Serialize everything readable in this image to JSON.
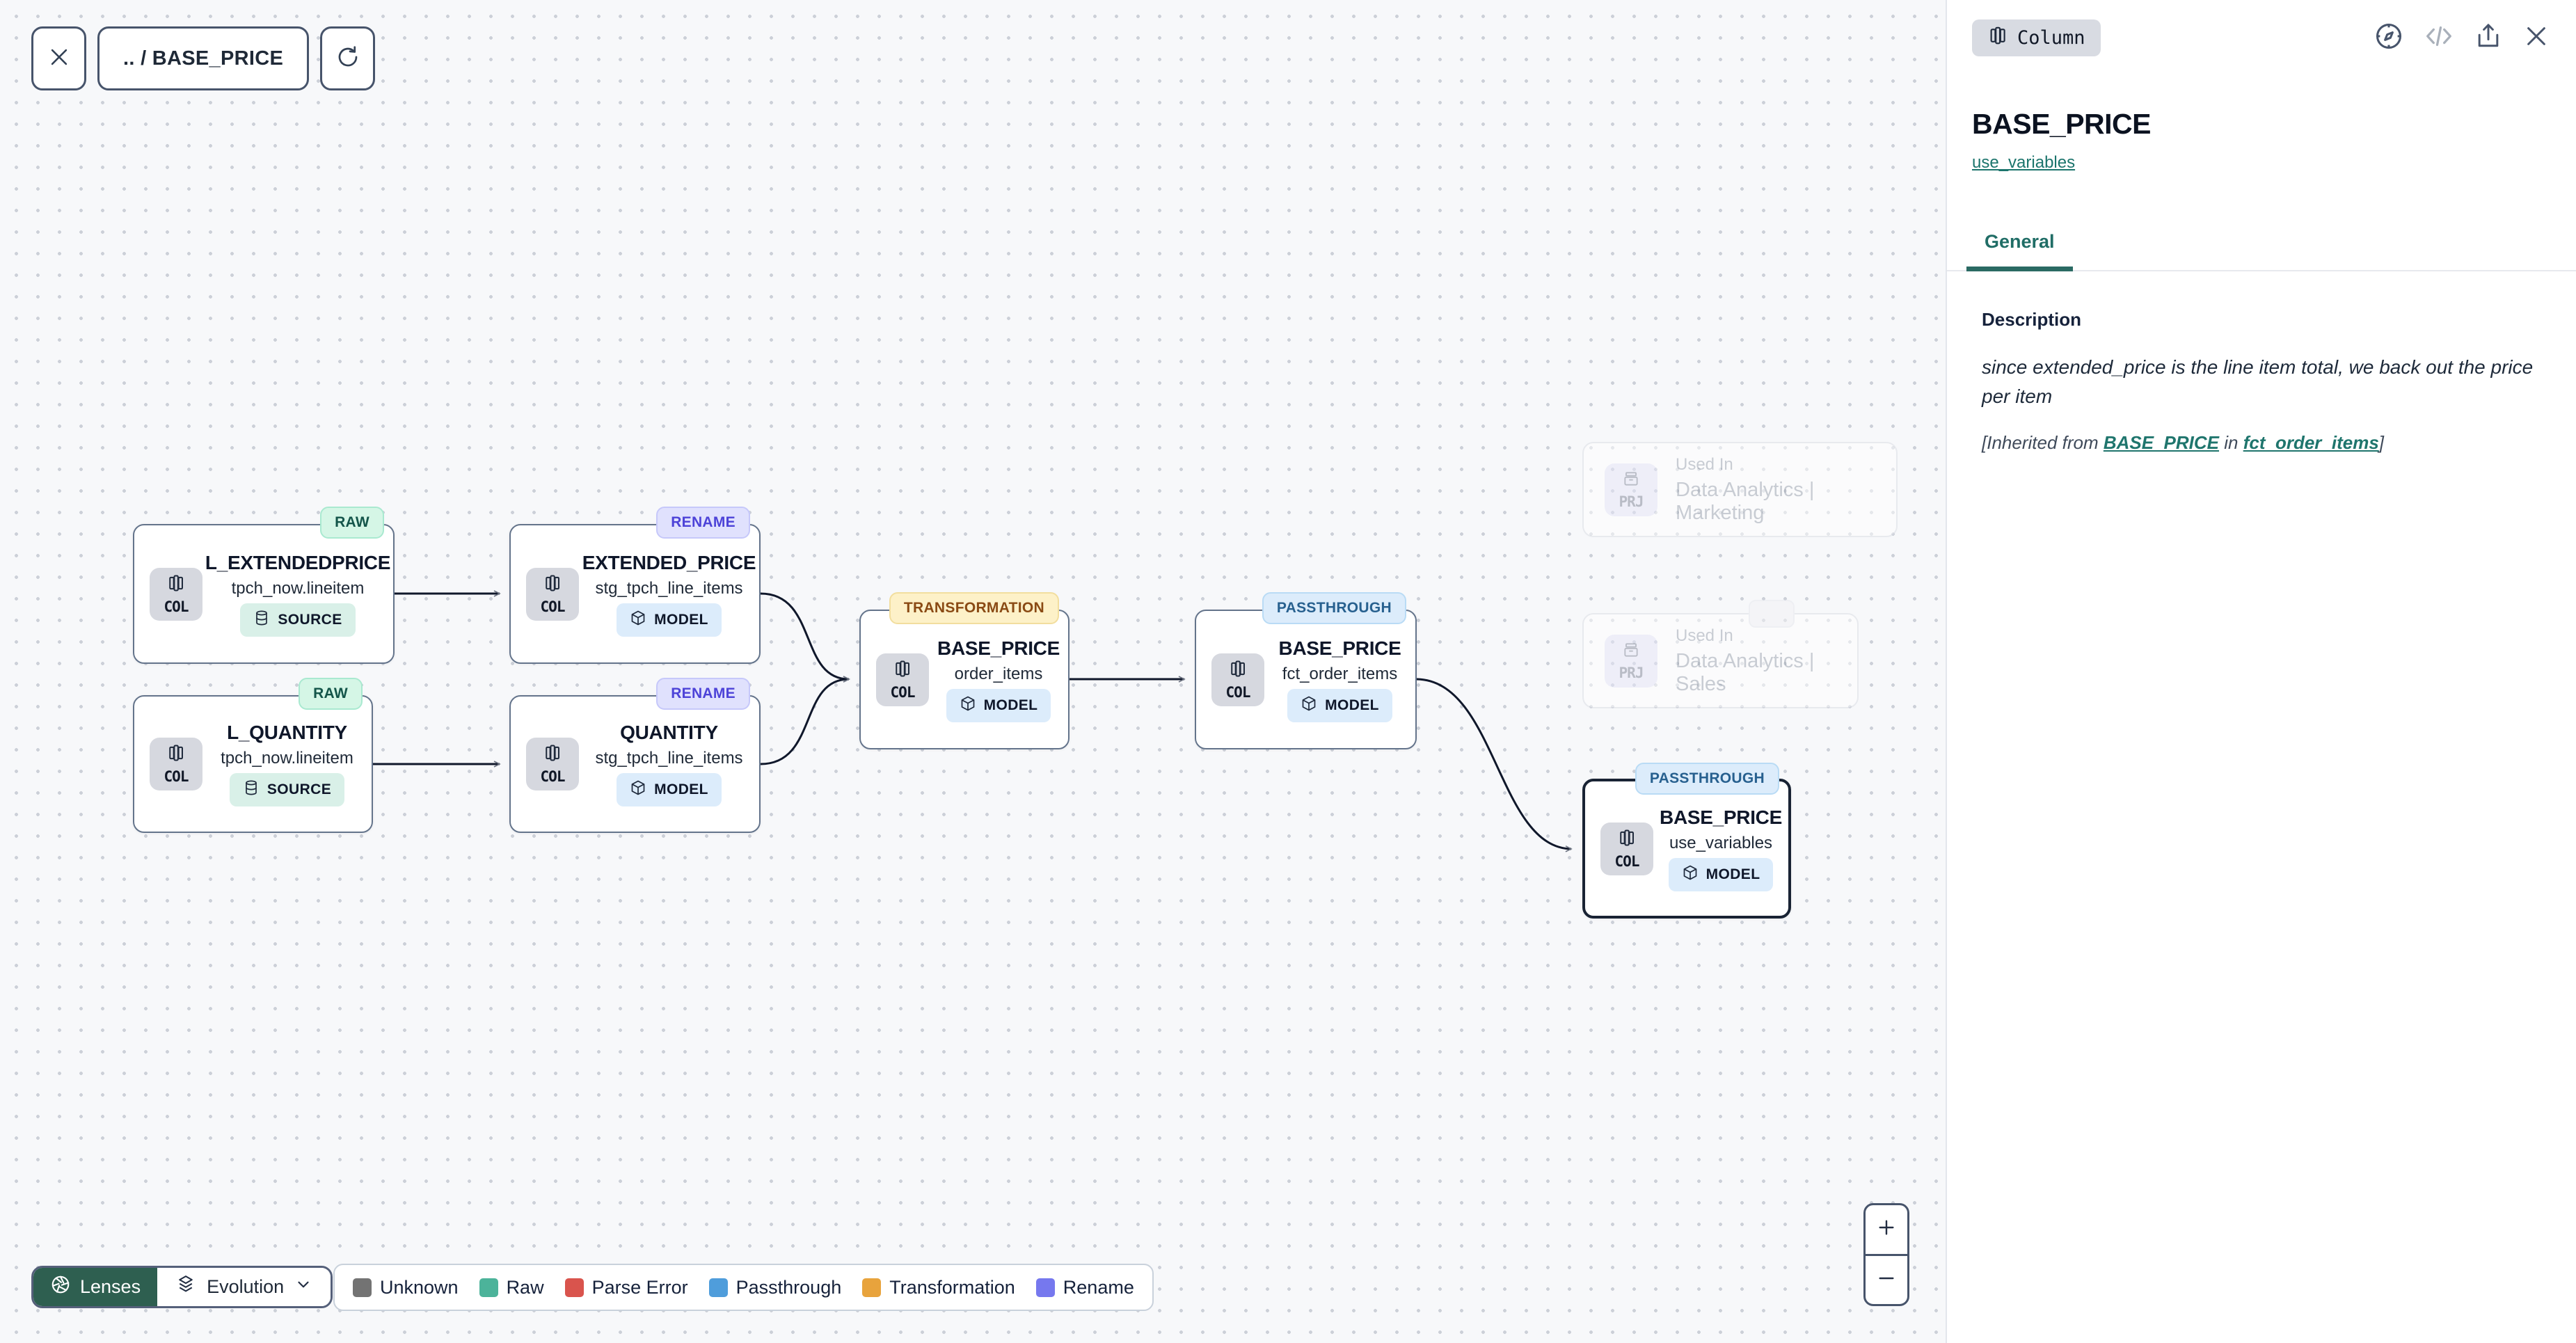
{
  "toolbar": {
    "breadcrumb": ".. / BASE_PRICE"
  },
  "canvas": {
    "nodes": [
      {
        "badge": "RAW",
        "title": "L_EXTENDEDPRICE",
        "subtitle": "tpch_now.lineitem",
        "kind": "SOURCE",
        "chip": "COL"
      },
      {
        "badge": "RENAME",
        "title": "EXTENDED_PRICE",
        "subtitle": "stg_tpch_line_items",
        "kind": "MODEL",
        "chip": "COL"
      },
      {
        "badge": "RAW",
        "title": "L_QUANTITY",
        "subtitle": "tpch_now.lineitem",
        "kind": "SOURCE",
        "chip": "COL"
      },
      {
        "badge": "RENAME",
        "title": "QUANTITY",
        "subtitle": "stg_tpch_line_items",
        "kind": "MODEL",
        "chip": "COL"
      },
      {
        "badge": "TRANSFORMATION",
        "title": "BASE_PRICE",
        "subtitle": "order_items",
        "kind": "MODEL",
        "chip": "COL"
      },
      {
        "badge": "PASSTHROUGH",
        "title": "BASE_PRICE",
        "subtitle": "fct_order_items",
        "kind": "MODEL",
        "chip": "COL"
      },
      {
        "badge": "PASSTHROUGH",
        "title": "BASE_PRICE",
        "subtitle": "use_variables",
        "kind": "MODEL",
        "chip": "COL",
        "selected": true
      }
    ],
    "used_in": [
      {
        "label": "Used In",
        "name": "Data Analytics | Marketing",
        "chip": "PRJ"
      },
      {
        "label": "Used In",
        "name": "Data Analytics | Sales",
        "chip": "PRJ"
      }
    ]
  },
  "lenses": {
    "button": "Lenses",
    "selected_lens": "Evolution"
  },
  "legend": {
    "items": [
      {
        "label": "Unknown",
        "color": "#737373"
      },
      {
        "label": "Raw",
        "color": "#4cb39a"
      },
      {
        "label": "Parse Error",
        "color": "#d9544d"
      },
      {
        "label": "Passthrough",
        "color": "#4f9ddb"
      },
      {
        "label": "Transformation",
        "color": "#e8a33c"
      },
      {
        "label": "Rename",
        "color": "#7678ee"
      }
    ]
  },
  "panel": {
    "type_badge": "Column",
    "title": "BASE_PRICE",
    "model_link": "use_variables",
    "tab_general": "General",
    "description": {
      "heading": "Description",
      "body": "since extended_price is the line item total, we back out the price per item",
      "inherited_prefix": "[Inherited from ",
      "inherited_link_column": "BASE_PRICE",
      "inherited_mid": " in ",
      "inherited_link_model": "fct_order_items",
      "inherited_suffix": "]"
    }
  },
  "colors": {
    "accent_teal": "#1f756d",
    "lenses_green": "#2e5f50",
    "node_border": "#64748b",
    "selected_node_border": "#192334",
    "badge_raw_bg": "#d5f6e6",
    "badge_rename_bg": "#e0e1fd",
    "badge_transformation_bg": "#fdf1c8",
    "badge_passthrough_bg": "#dcecfb"
  }
}
